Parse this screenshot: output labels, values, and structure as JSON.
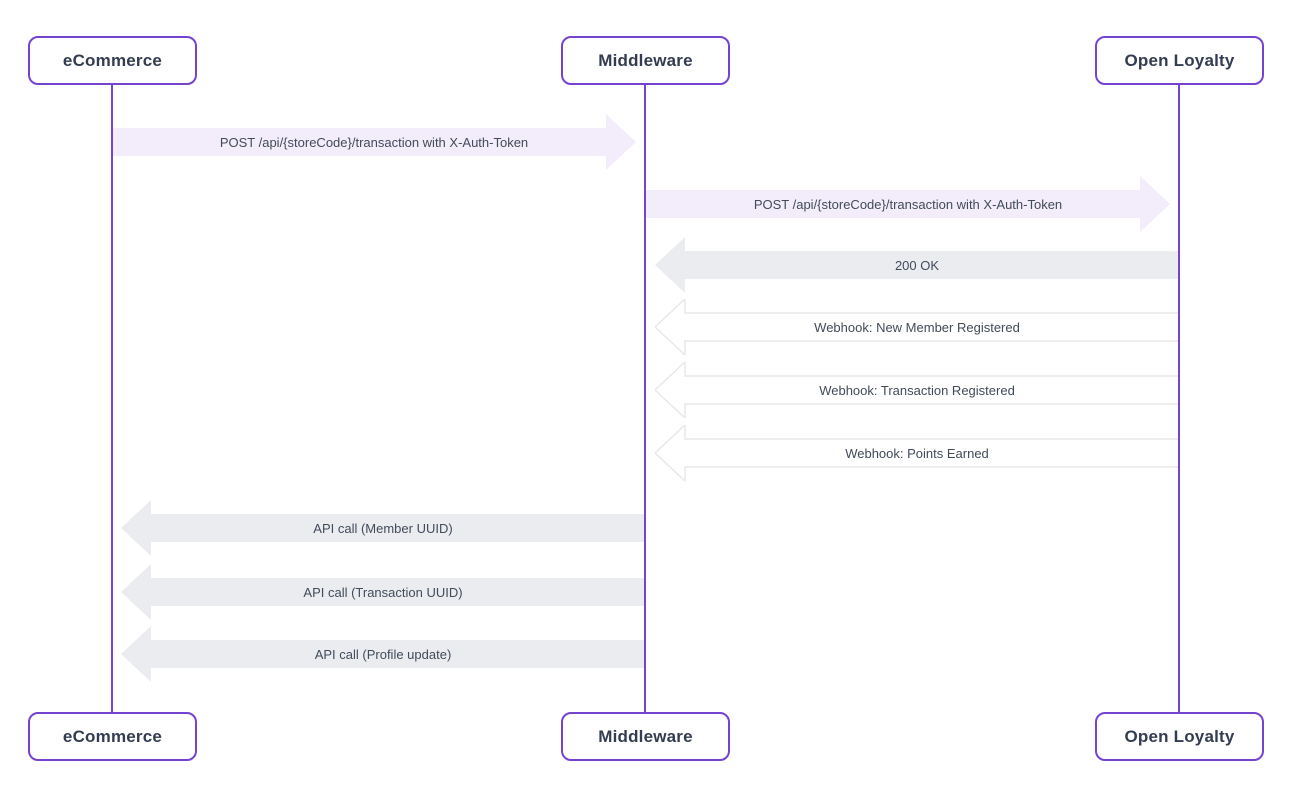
{
  "diagram": {
    "type": "sequence",
    "actors": [
      {
        "id": "ecommerce",
        "label": "eCommerce"
      },
      {
        "id": "middleware",
        "label": "Middleware"
      },
      {
        "id": "openloyalty",
        "label": "Open Loyalty"
      }
    ],
    "messages": [
      {
        "from": "eCommerce",
        "to": "Middleware",
        "label": "POST /api/{storeCode}/transaction with X-Auth-Token",
        "style": "solid-lavender",
        "direction": "right"
      },
      {
        "from": "Middleware",
        "to": "Open Loyalty",
        "label": "POST /api/{storeCode}/transaction with X-Auth-Token",
        "style": "solid-lavender",
        "direction": "right"
      },
      {
        "from": "Open Loyalty",
        "to": "Middleware",
        "label": "200 OK",
        "style": "solid-gray",
        "direction": "left"
      },
      {
        "from": "Open Loyalty",
        "to": "Middleware",
        "label": "Webhook: New Member Registered",
        "style": "outline",
        "direction": "left"
      },
      {
        "from": "Open Loyalty",
        "to": "Middleware",
        "label": "Webhook: Transaction Registered",
        "style": "outline",
        "direction": "left"
      },
      {
        "from": "Open Loyalty",
        "to": "Middleware",
        "label": "Webhook: Points Earned",
        "style": "outline",
        "direction": "left"
      },
      {
        "from": "Middleware",
        "to": "eCommerce",
        "label": "API call (Member UUID)",
        "style": "solid-gray",
        "direction": "left"
      },
      {
        "from": "Middleware",
        "to": "eCommerce",
        "label": "API call (Transaction UUID)",
        "style": "solid-gray",
        "direction": "left"
      },
      {
        "from": "Middleware",
        "to": "eCommerce",
        "label": "API call (Profile update)",
        "style": "solid-gray",
        "direction": "left"
      }
    ],
    "colors": {
      "purple": "#7643D1",
      "lavender": "#F3ECFB",
      "gray": "#EBECF0",
      "outline": "#E7E8EC",
      "label-text": "#414B5A",
      "actor-text": "#333C50",
      "background": "#FFFFFF"
    }
  }
}
